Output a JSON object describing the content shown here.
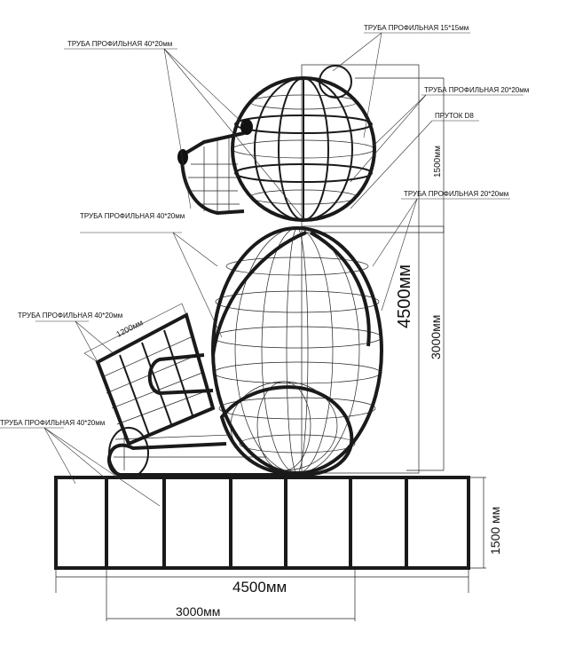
{
  "drawing": {
    "labels": {
      "tube_15x15": "ТРУБА ПРОФИЛЬНАЯ 15*15мм",
      "tube_40x20_head": "ТРУБА ПРОФИЛЬНАЯ 40*20мм",
      "tube_20x20_head": "ТРУБА ПРОФИЛЬНАЯ 20*20мм",
      "rod_d8": "ПРУТОК D8",
      "tube_20x20_body": "ТРУБА ПРОФИЛЬНАЯ 20*20мм",
      "tube_40x20_arm": "ТРУБА ПРОФИЛЬНАЯ 40*20мм",
      "tube_40x20_book": "ТРУБА ПРОФИЛЬНАЯ 40*20мм",
      "tube_40x20_base": "ТРУБА ПРОФИЛЬНАЯ 40*20мм"
    },
    "dimensions": {
      "head_height": "1500мм",
      "total_height": "4500мм",
      "body_height": "3000мм",
      "book_width": "1200мм",
      "base_height": "1500 мм",
      "base_width": "4500мм",
      "base_inner_width": "3000мм"
    }
  }
}
